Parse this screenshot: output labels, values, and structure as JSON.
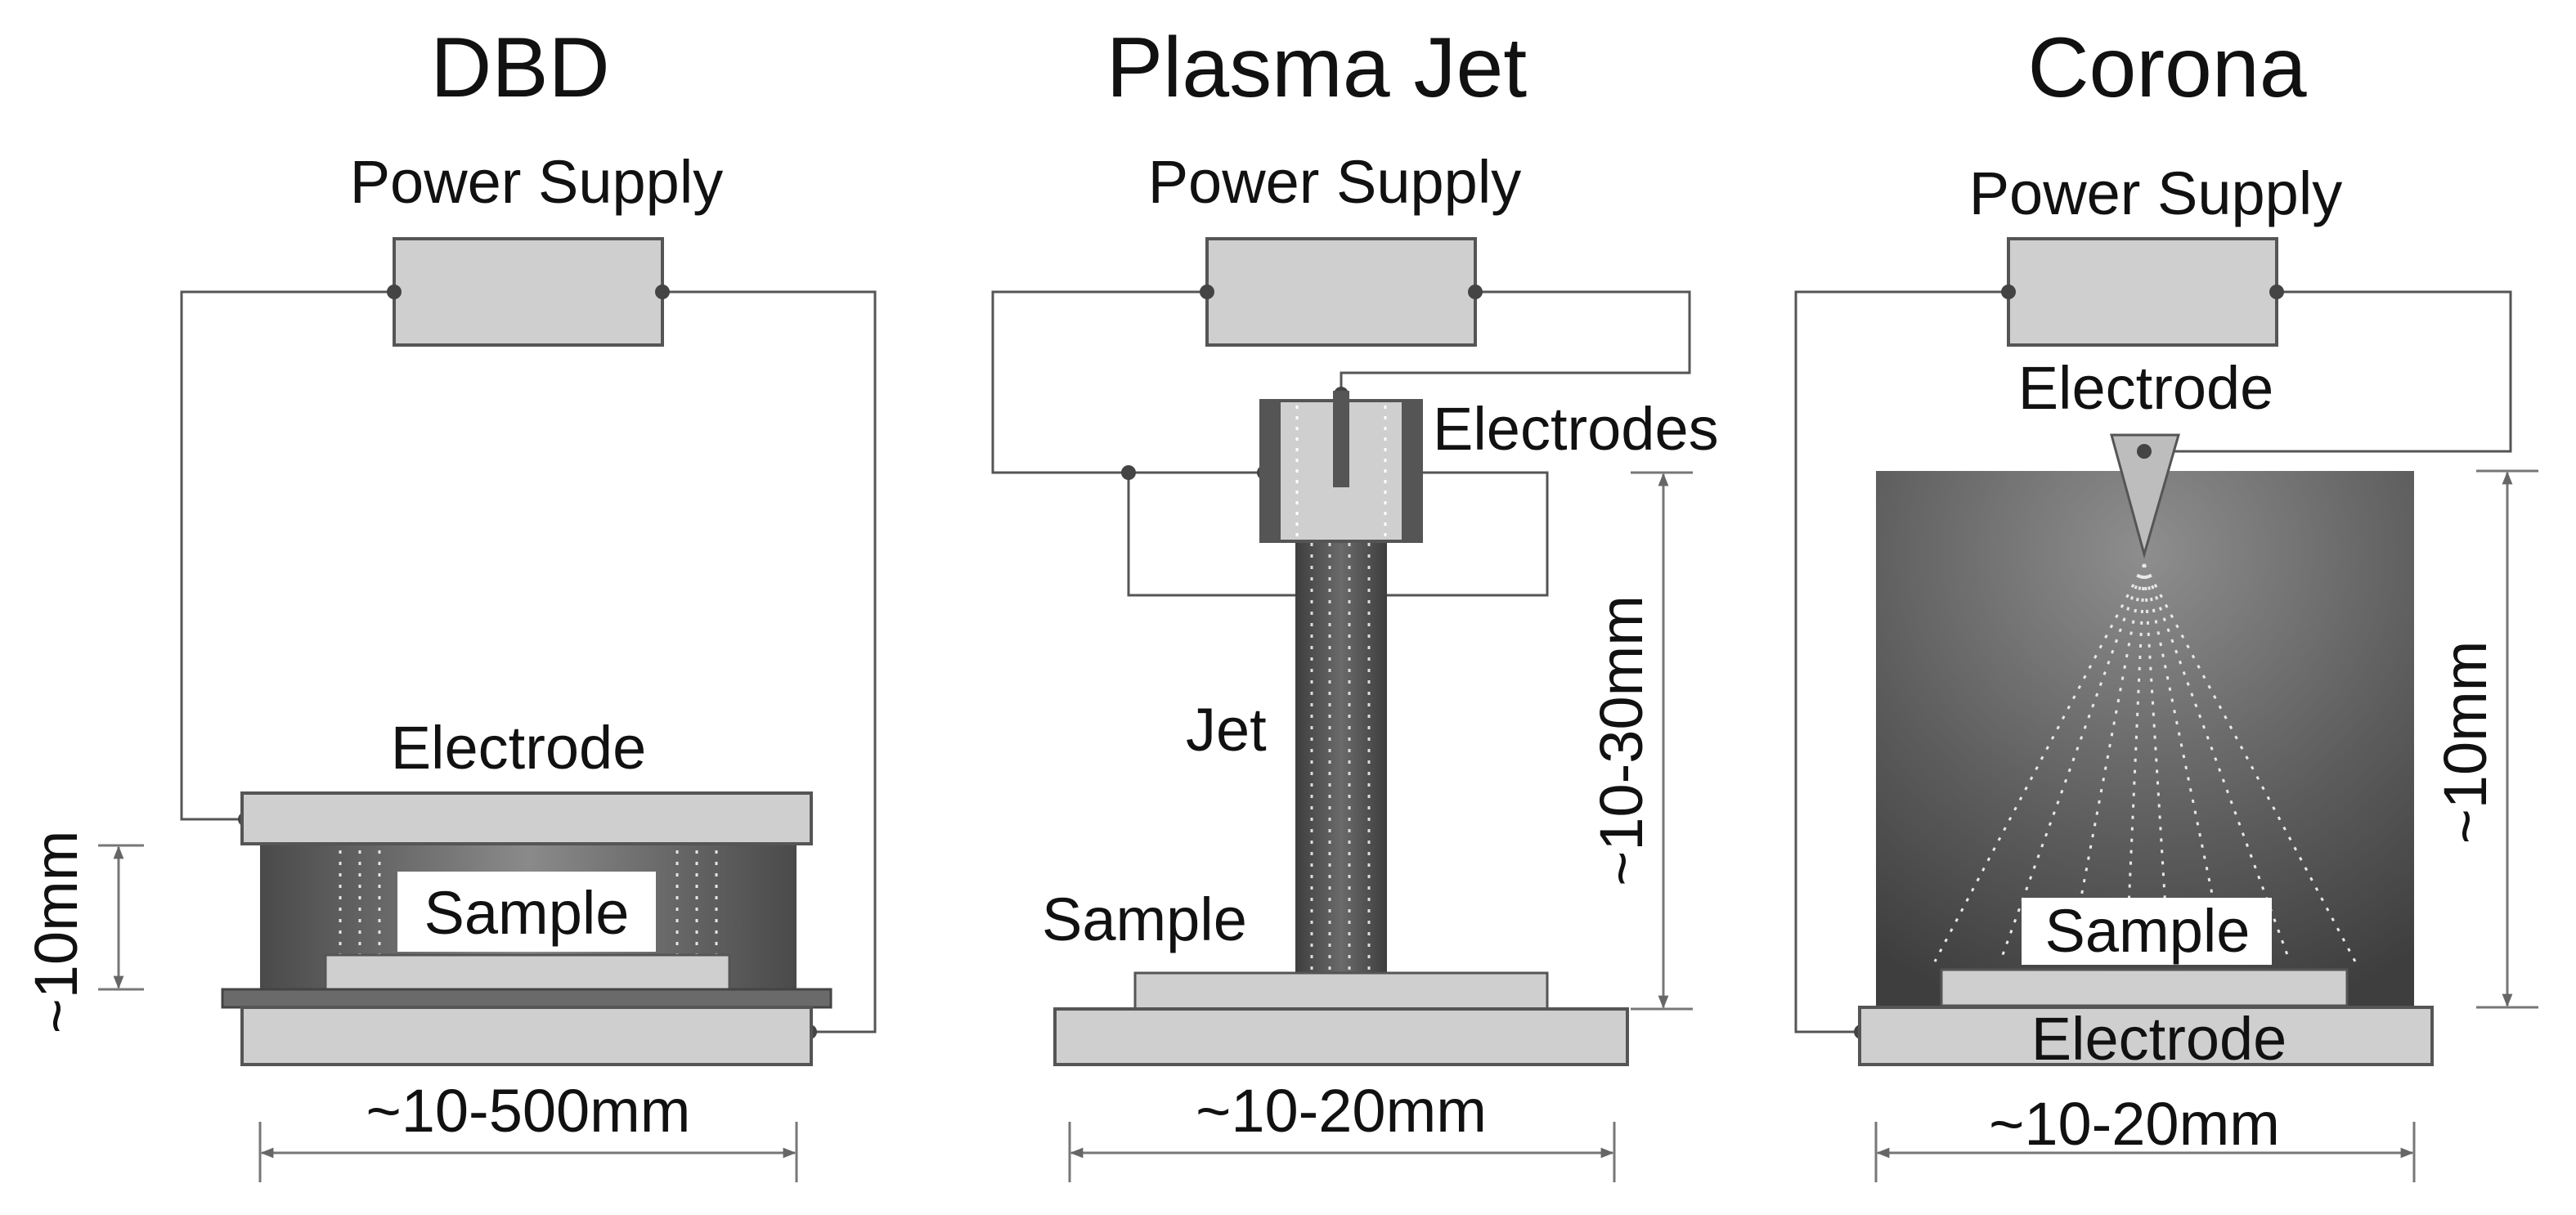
{
  "panels": {
    "dbd": {
      "title": "DBD",
      "power_supply": "Power Supply",
      "electrode": "Electrode",
      "sample": "Sample",
      "gap": "~10mm",
      "width": "~10-500mm"
    },
    "jet": {
      "title": "Plasma Jet",
      "power_supply": "Power Supply",
      "electrodes": "Electrodes",
      "jet": "Jet",
      "sample": "Sample",
      "gap": "~10-30mm",
      "width": "~10-20mm"
    },
    "corona": {
      "title": "Corona",
      "power_supply": "Power Supply",
      "electrode_top": "Electrode",
      "sample": "Sample",
      "electrode_bottom": "Electrode",
      "gap": "~10mm",
      "width": "~10-20mm"
    }
  },
  "colors": {
    "box_fill": "#cfcfcf",
    "dark_fill": "#5a5a5a",
    "stroke": "#555555"
  }
}
